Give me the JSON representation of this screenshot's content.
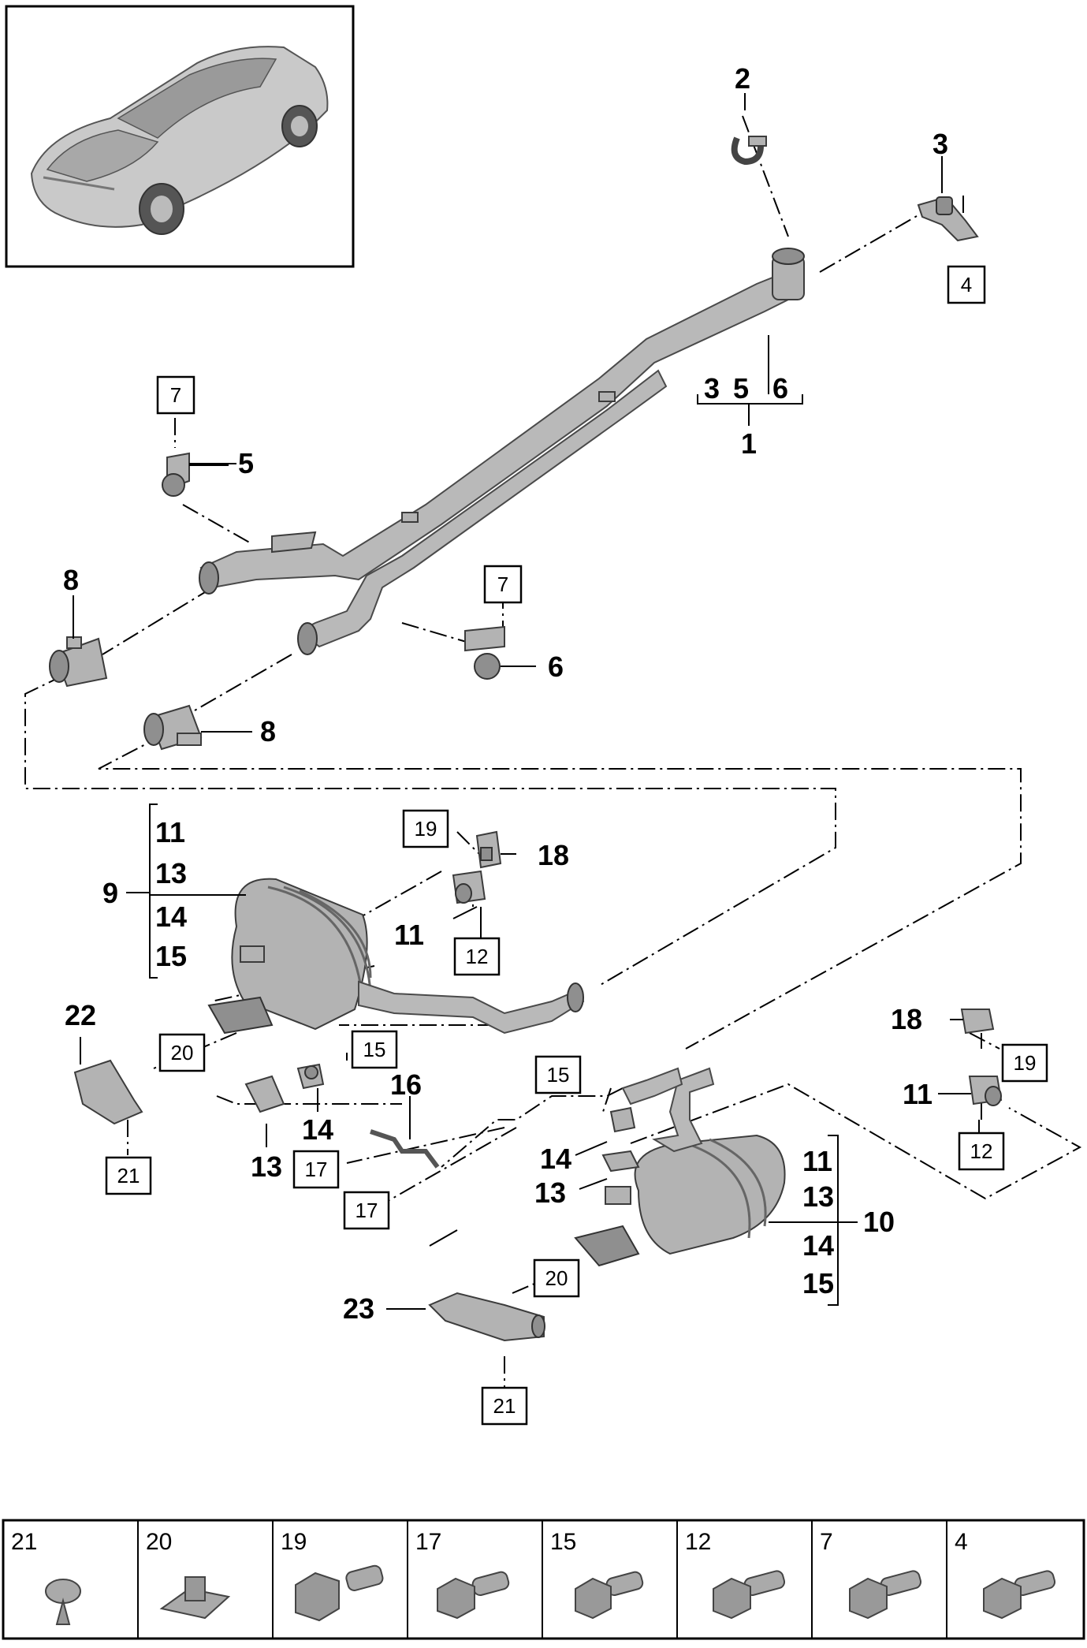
{
  "callouts": {
    "c1": "1",
    "c2": "2",
    "c3": "3",
    "c5": "5",
    "c6": "6",
    "c8a": "8",
    "c8b": "8",
    "c9": "9",
    "c10": "10",
    "c11a": "11",
    "c11b": "11",
    "c11c": "11",
    "c11d": "11",
    "c13a": "13",
    "c13b": "13",
    "c13c": "13",
    "c13d": "13",
    "c14a": "14",
    "c14b": "14",
    "c14c": "14",
    "c14d": "14",
    "c15a": "15",
    "c15b": "15",
    "c16": "16",
    "c18a": "18",
    "c18b": "18",
    "c22": "22",
    "c23": "23",
    "g1_3": "3",
    "g1_5": "5",
    "g1_6": "6"
  },
  "boxes": {
    "b4": "4",
    "b7a": "7",
    "b7b": "7",
    "b12a": "12",
    "b12b": "12",
    "b15a": "15",
    "b15b": "15",
    "b17a": "17",
    "b17b": "17",
    "b19a": "19",
    "b19b": "19",
    "b20a": "20",
    "b20b": "20",
    "b21a": "21",
    "b21b": "21"
  },
  "legend": [
    "21",
    "20",
    "19",
    "17",
    "15",
    "12",
    "7",
    "4"
  ]
}
